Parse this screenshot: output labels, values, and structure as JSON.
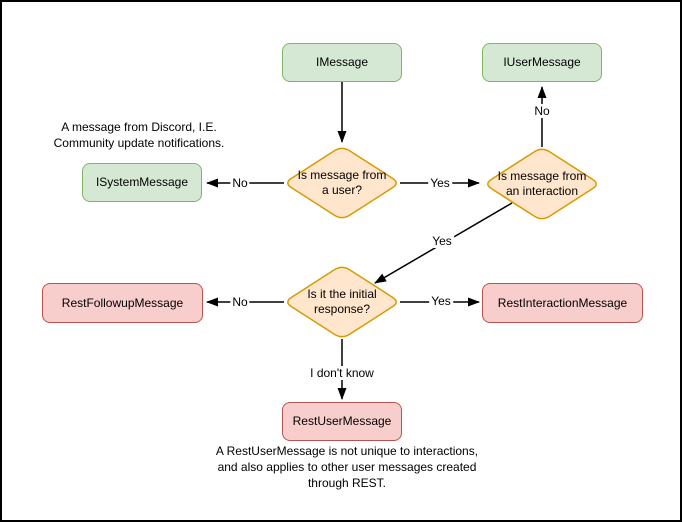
{
  "diagram": {
    "nodes": {
      "imessage": {
        "label": "IMessage"
      },
      "iusermessage": {
        "label": "IUserMessage"
      },
      "isystemmessage": {
        "label": "ISystemMessage"
      },
      "restfollowupmessage": {
        "label": "RestFollowupMessage"
      },
      "restinteractionmessage": {
        "label": "RestInteractionMessage"
      },
      "restusermessage": {
        "label": "RestUserMessage"
      },
      "decision_user": {
        "label": "Is message from\na user?"
      },
      "decision_interaction": {
        "label": "Is message from\nan interaction"
      },
      "decision_initial": {
        "label": "Is it the initial\nresponse?"
      }
    },
    "edge_labels": {
      "no_system": "No",
      "yes_interaction": "Yes",
      "no_usermessage": "No",
      "yes_initial": "Yes",
      "no_followup": "No",
      "yes_interactionmsg": "Yes",
      "idontknow": "I don't know"
    },
    "annotations": {
      "system_note": "A message from Discord, I.E.\nCommunity update notifications.",
      "restuser_note": "A RestUserMessage is not unique to interactions,\nand also applies to other user messages created\nthrough REST."
    },
    "colors": {
      "green_fill": "#d5e8d4",
      "green_stroke": "#82b366",
      "orange_fill": "#ffe6cc",
      "orange_stroke": "#d79b00",
      "red_fill": "#f8cecc",
      "red_stroke": "#b85450",
      "edge": "#000000"
    }
  }
}
